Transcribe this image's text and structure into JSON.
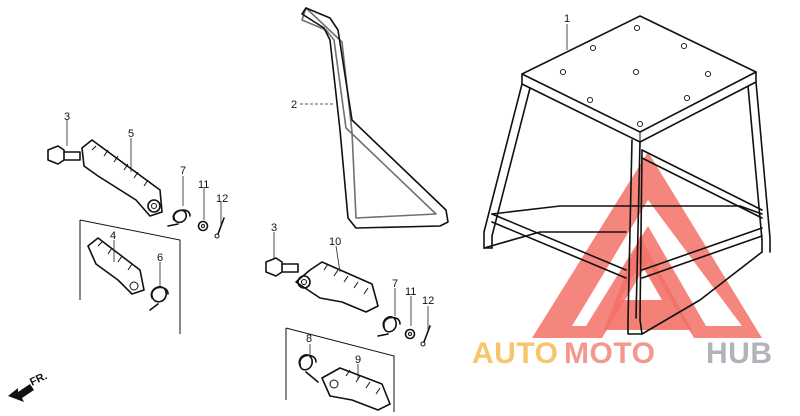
{
  "callouts": {
    "c1": "1",
    "c2": "2",
    "c3a": "3",
    "c5": "5",
    "c7a": "7",
    "c11a": "11",
    "c12a": "12",
    "c4": "4",
    "c6": "6",
    "c3b": "3",
    "c10": "10",
    "c7b": "7",
    "c11b": "11",
    "c12b": "12",
    "c8": "8",
    "c9": "9"
  },
  "direction": {
    "label": "FR."
  },
  "watermark": {
    "word_auto": "AUTO",
    "word_moto": "MOTO",
    "word_hub": "HUB",
    "color_auto": "#f5b642",
    "color_moto": "#f07c6c",
    "color_hub": "#9aa0a6",
    "triangle_color": "#f04a3c"
  }
}
